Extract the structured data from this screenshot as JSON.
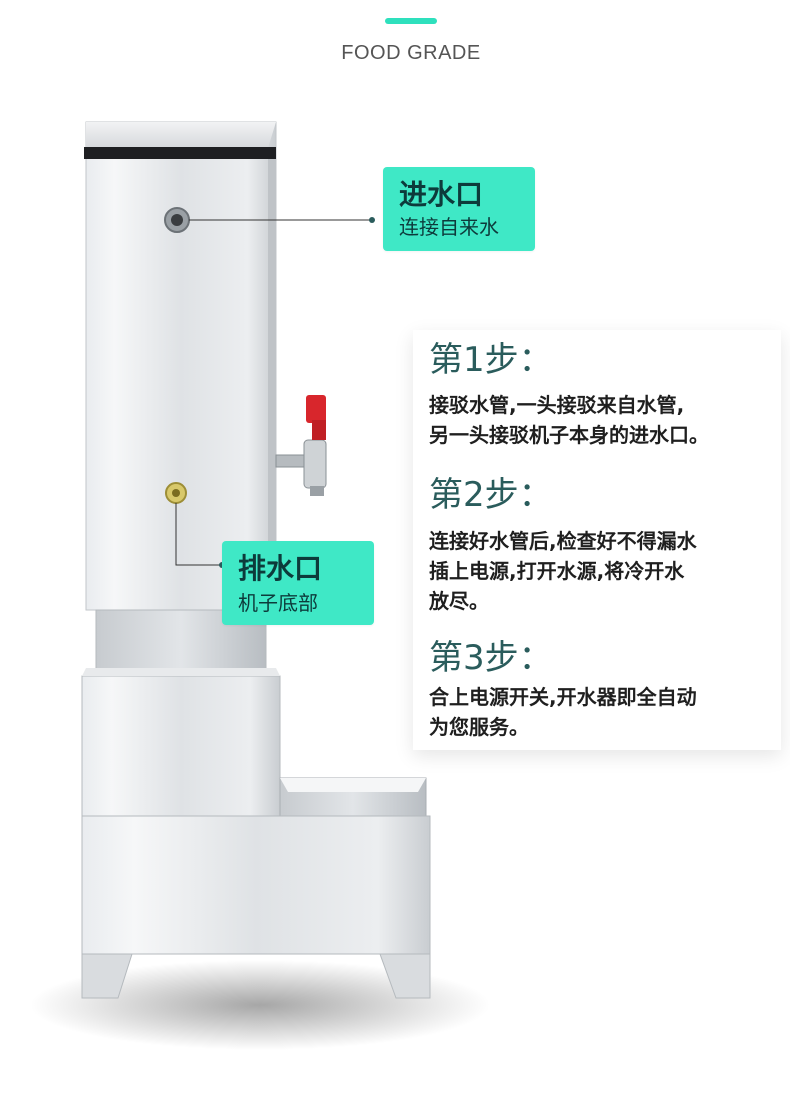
{
  "header": {
    "title": "FOOD GRADE"
  },
  "callouts": {
    "inlet": {
      "title": "进水口",
      "subtitle": "连接自来水"
    },
    "drain": {
      "title": "排水口",
      "subtitle": "机子底部"
    }
  },
  "steps": [
    {
      "title": "第1步：",
      "body_lines": [
        "接驳水管,一头接驳来自水管,",
        "另一头接驳机子本身的进水口。"
      ]
    },
    {
      "title": "第2步：",
      "body_lines": [
        "连接好水管后,检查好不得漏水",
        "插上电源,打开水源,将冷开水",
        "放尽。"
      ]
    },
    {
      "title": "第3步：",
      "body_lines": [
        "合上电源开关,开水器即全自动",
        "为您服务。"
      ]
    }
  ],
  "colors": {
    "accent": "#3fe8c6",
    "accent_bar": "#2ee0bd",
    "step_title": "#2a5c5c",
    "callout_text": "#0d3b3b"
  }
}
